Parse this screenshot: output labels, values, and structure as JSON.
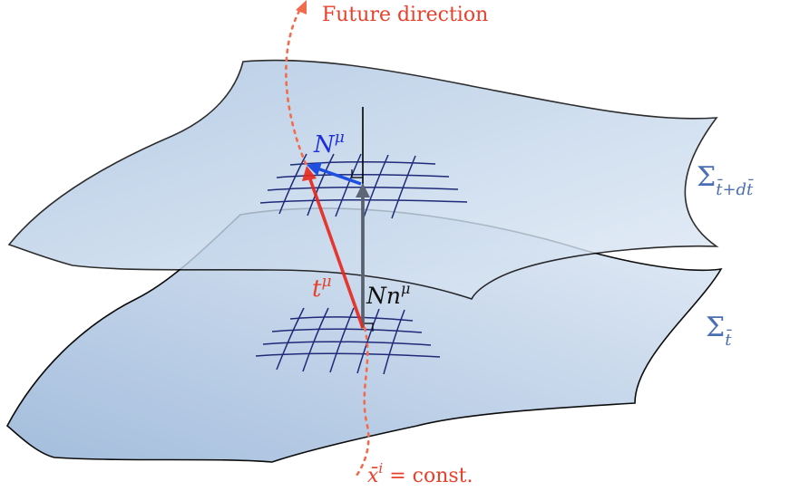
{
  "labels": {
    "future_direction": "Future direction",
    "shift_vector": {
      "base": "N",
      "sup": "μ"
    },
    "time_vector": {
      "base": "t",
      "sup": "μ"
    },
    "normal_vector": {
      "coef": "N",
      "base": "n",
      "sup": "μ"
    },
    "upper_surface": {
      "base": "Σ",
      "sub": "t̄+dt̄"
    },
    "lower_surface": {
      "base": "Σ",
      "sub": "t̄"
    },
    "spatial_coords": {
      "base": "x̄",
      "sup": "i",
      "rest": " = const."
    }
  },
  "colors": {
    "surface_fill_light": "#dbe6f3",
    "surface_fill_dark": "#9fbadb",
    "surface_edge": "#000000",
    "grid": "#1f2a78",
    "shift_vector": "#1f4fe0",
    "time_vector": "#e8261b",
    "normal_vector": "#5e6675",
    "future_curve": "#f26b4c",
    "label_red": "#e8402a",
    "label_blue": "#1f2fd8",
    "sigma_label": "#4a6fb5"
  }
}
